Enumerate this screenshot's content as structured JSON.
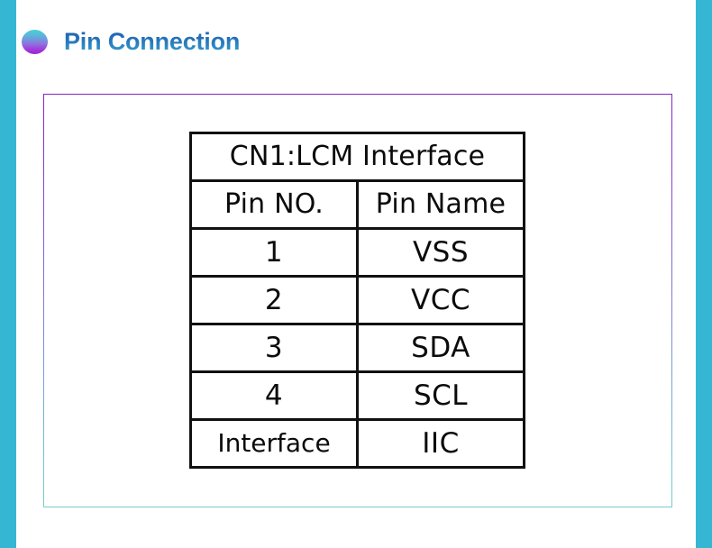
{
  "theme": {
    "side_bar_color": "#35b7d3",
    "panel_border_top_color": "#8a22c0",
    "panel_border_bottom_color": "#74cfcb",
    "title_color_top": "#1e5fae",
    "title_color_bottom": "#3ea4d2",
    "bullet_color_top": "#4ccfd5",
    "bullet_color_bottom": "#9a24d4",
    "table_line_color": "#111111",
    "page_background": "#ffffff"
  },
  "heading": {
    "bullet_icon": "bullet-circle-icon",
    "title": "Pin Connection"
  },
  "pin_table": {
    "title": "CN1:LCM  Interface",
    "columns": [
      "Pin  NO.",
      "Pin  Name"
    ],
    "rows": [
      {
        "pin_no": "1",
        "pin_name": "VSS"
      },
      {
        "pin_no": "2",
        "pin_name": "VCC"
      },
      {
        "pin_no": "3",
        "pin_name": "SDA"
      },
      {
        "pin_no": "4",
        "pin_name": "SCL"
      },
      {
        "pin_no": "Interface",
        "pin_name": "IIC"
      }
    ]
  }
}
